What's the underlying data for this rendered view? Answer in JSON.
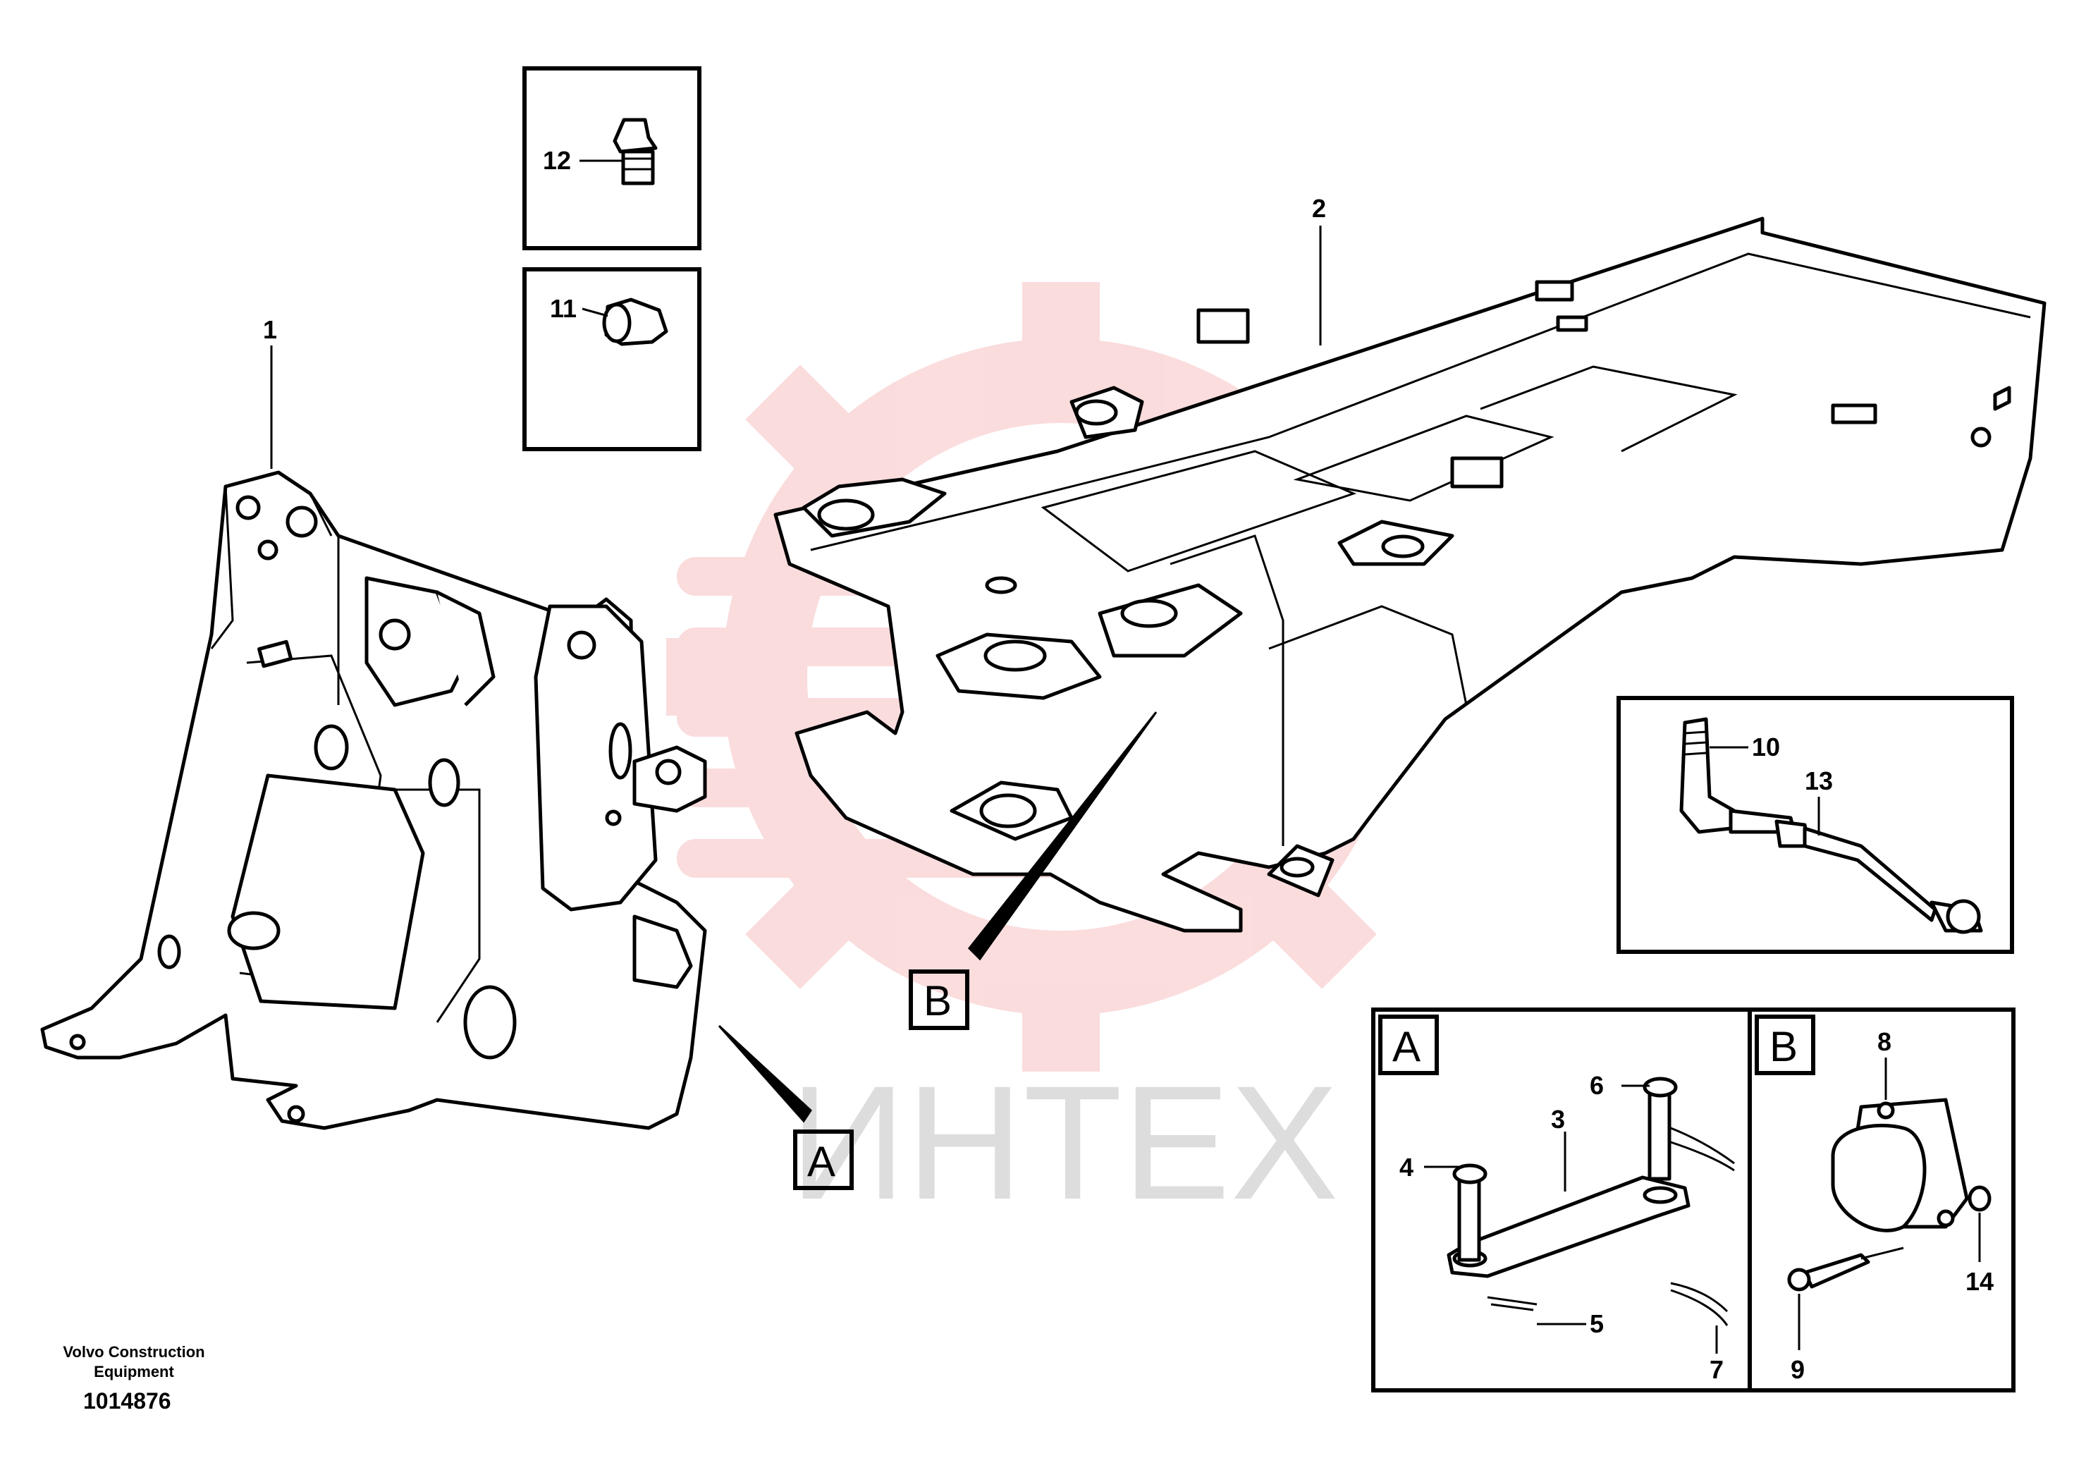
{
  "watermark": {
    "text": "ИНТЕХ",
    "color": "#e8434a"
  },
  "callouts": {
    "c1": "1",
    "c2": "2",
    "c3": "3",
    "c4": "4",
    "c5": "5",
    "c6": "6",
    "c7": "7",
    "c8": "8",
    "c9": "9",
    "c10": "10",
    "c11": "11",
    "c12": "12",
    "c13": "13",
    "c14": "14"
  },
  "detail_labels": {
    "a_main": "A",
    "b_main": "B",
    "a_box": "A",
    "b_box": "B"
  },
  "footer": {
    "line1": "Volvo Construction",
    "line2": "Equipment",
    "figure_number": "1014876"
  }
}
